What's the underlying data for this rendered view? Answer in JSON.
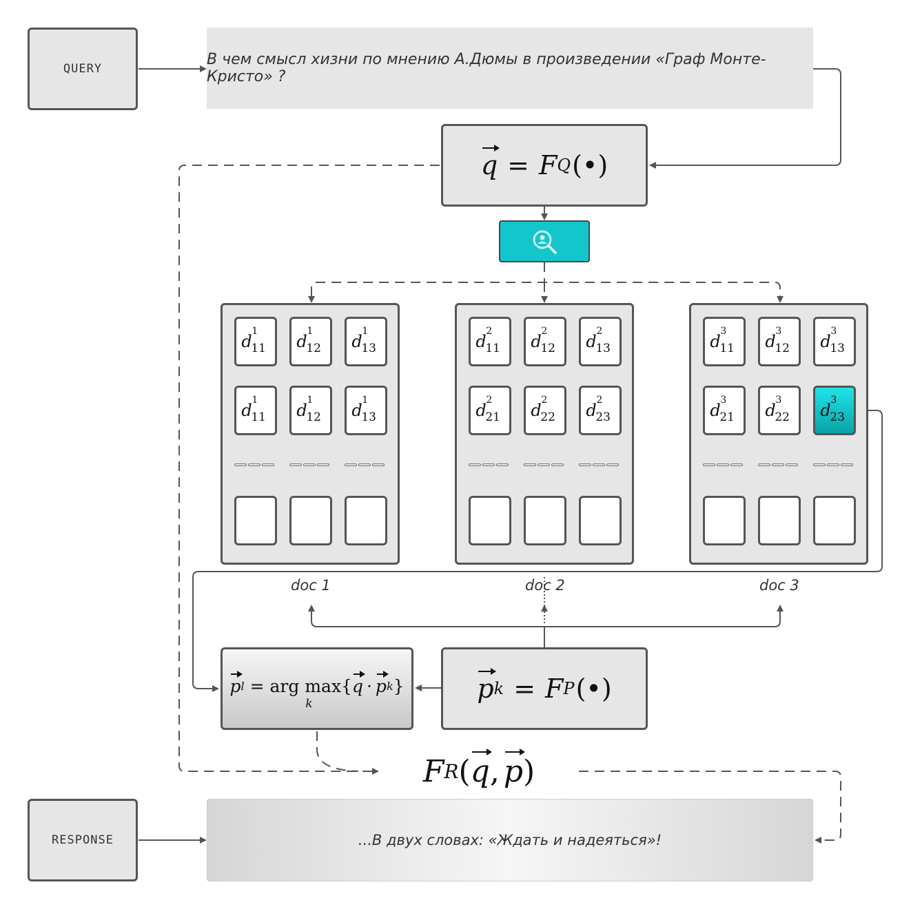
{
  "query": {
    "label": "QUERY",
    "text": "В чем смысл хизни по мнению А.Дюмы в произведении «Граф Монте-Кристо» ?"
  },
  "response": {
    "label": "RESPONSE",
    "text": "...В двух словах: «Ждать и надеяться»!"
  },
  "search_icon": "search-person-icon",
  "colors": {
    "accent": "#13c6cc",
    "box_fill": "#e6e6e6",
    "border": "#555555"
  },
  "docs": [
    {
      "label": "doc 1",
      "rows": [
        [
          {
            "sym": "d",
            "sup": "1",
            "sub": "11"
          },
          {
            "sym": "d",
            "sup": "1",
            "sub": "12"
          },
          {
            "sym": "d",
            "sup": "1",
            "sub": "13"
          }
        ],
        [
          {
            "sym": "d",
            "sup": "1",
            "sub": "11"
          },
          {
            "sym": "d",
            "sup": "1",
            "sub": "12"
          },
          {
            "sym": "d",
            "sup": "1",
            "sub": "13"
          }
        ]
      ]
    },
    {
      "label": "doc 2",
      "rows": [
        [
          {
            "sym": "d",
            "sup": "2",
            "sub": "11"
          },
          {
            "sym": "d",
            "sup": "2",
            "sub": "12"
          },
          {
            "sym": "d",
            "sup": "2",
            "sub": "13"
          }
        ],
        [
          {
            "sym": "d",
            "sup": "2",
            "sub": "21"
          },
          {
            "sym": "d",
            "sup": "2",
            "sub": "22"
          },
          {
            "sym": "d",
            "sup": "2",
            "sub": "23"
          }
        ]
      ]
    },
    {
      "label": "doc 3",
      "rows": [
        [
          {
            "sym": "d",
            "sup": "3",
            "sub": "11"
          },
          {
            "sym": "d",
            "sup": "3",
            "sub": "12"
          },
          {
            "sym": "d",
            "sup": "3",
            "sub": "13"
          }
        ],
        [
          {
            "sym": "d",
            "sup": "3",
            "sub": "21"
          },
          {
            "sym": "d",
            "sup": "3",
            "sub": "22"
          },
          {
            "sym": "d",
            "sup": "3",
            "sub": "23",
            "highlight": true
          }
        ]
      ]
    }
  ],
  "formulas": {
    "query_encoder": {
      "lhs": "q",
      "eq": "=",
      "fn": "F",
      "fn_sub": "Q",
      "arg": "(•)"
    },
    "passage_encoder": {
      "lhs": "p",
      "lhs_sub": "k",
      "eq": "=",
      "fn": "F",
      "fn_sub": "P",
      "arg": "(•)"
    },
    "argmax": {
      "lhs": "p",
      "lhs_sub": "l",
      "eq": "=",
      "op": "arg max",
      "op_under": "k",
      "set_open": "{",
      "q": "q",
      "dot": "·",
      "p": "p",
      "p_sub": "k",
      "set_close": "}"
    },
    "reader": {
      "fn": "F",
      "fn_sub": "R",
      "open": "(",
      "q": "q",
      "comma": ",",
      "p": "p",
      "close": ")"
    }
  }
}
